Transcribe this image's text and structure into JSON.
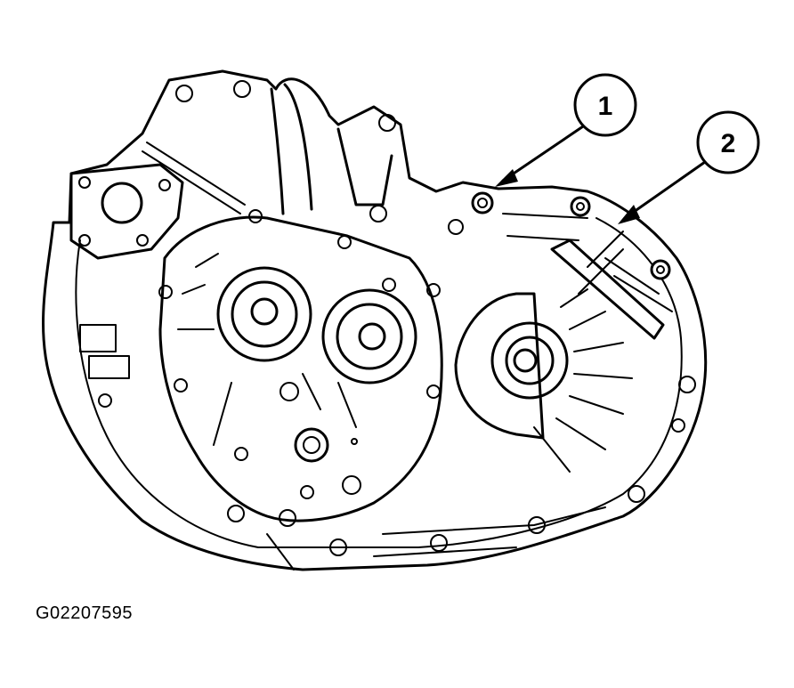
{
  "figure_id": "G02207595",
  "callouts": [
    {
      "label": "1"
    },
    {
      "label": "2"
    }
  ]
}
